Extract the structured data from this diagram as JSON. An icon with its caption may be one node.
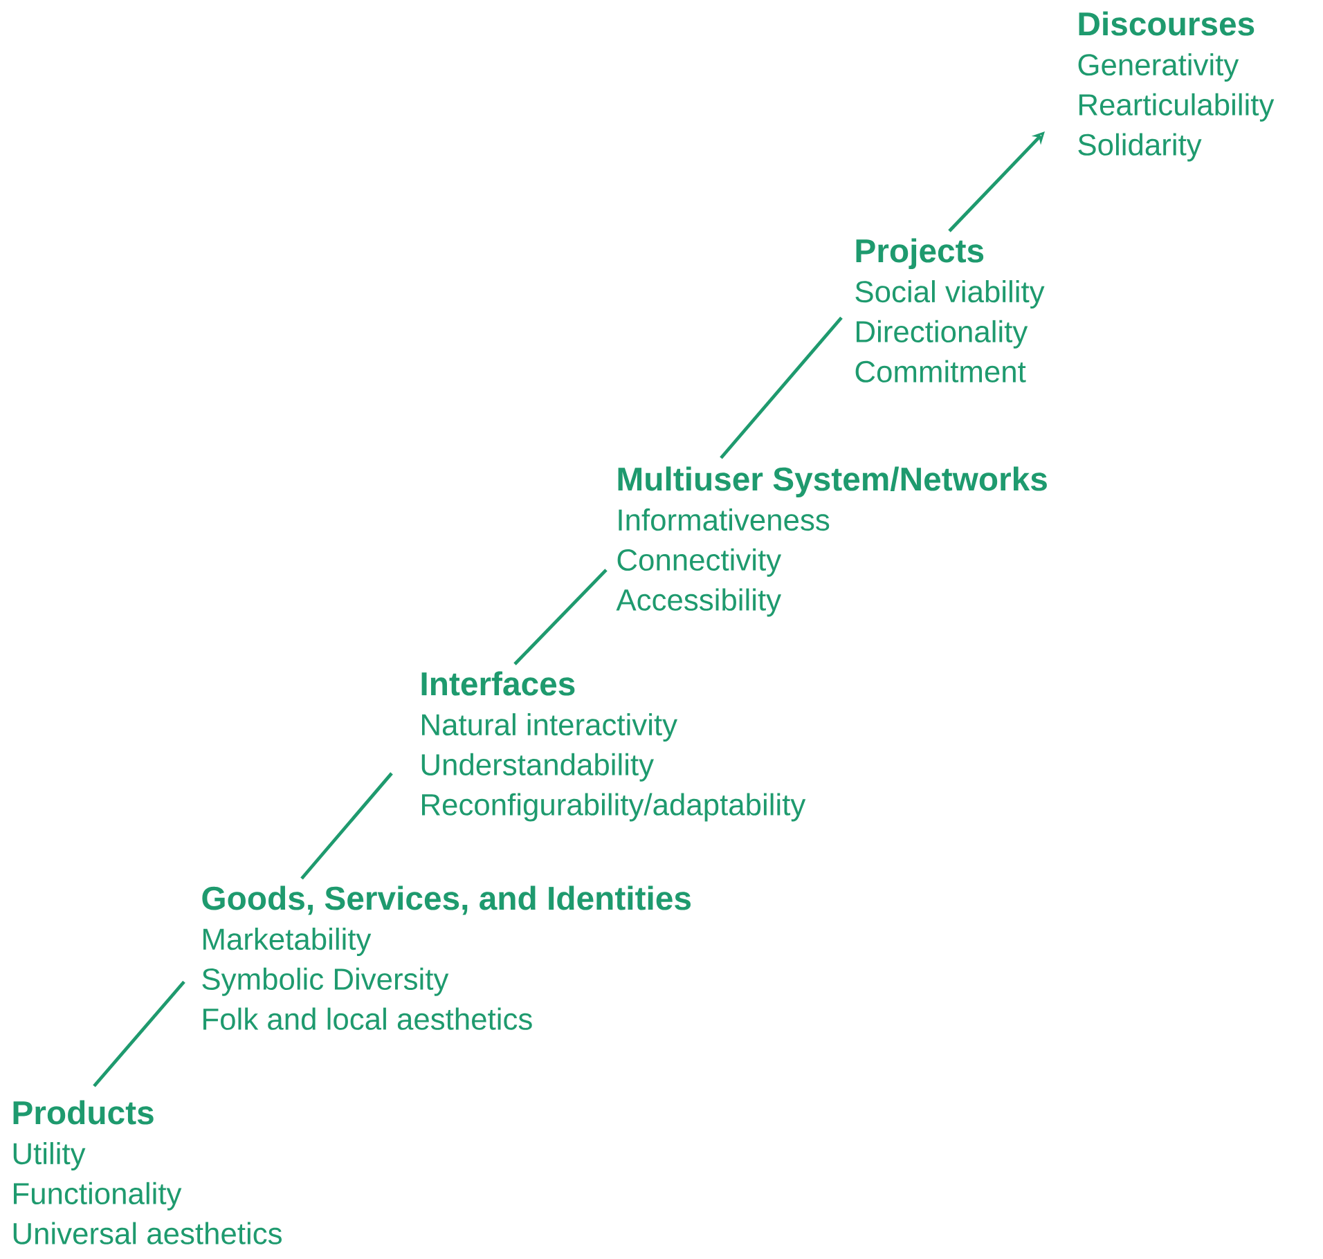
{
  "diagram": {
    "nodes": [
      {
        "text": [
          "Products",
          "Utility",
          "Functionality",
          "Universal aesthetics"
        ]
      },
      {
        "text": [
          "Goods, Services, and Identities",
          "Marketability",
          "Symbolic Diversity",
          "Folk and local aesthetics"
        ]
      },
      {
        "text": [
          "Interfaces",
          "Natural interactivity",
          "Understandability",
          "Reconfigurability/adaptability"
        ]
      },
      {
        "text": [
          "Multiuser System/Networks",
          "Informativeness",
          "Connectivity",
          "Accessibility"
        ]
      },
      {
        "text": [
          "Projects",
          "Social viability",
          "Directionality",
          "Commitment"
        ]
      },
      {
        "text": [
          "Discourses",
          "Generativity",
          "Rearticulability",
          "Solidarity"
        ]
      }
    ],
    "edges": [
      {
        "from": 0,
        "to": 1,
        "arrow": "none"
      },
      {
        "from": 1,
        "to": 2,
        "arrow": "none"
      },
      {
        "from": 2,
        "to": 3,
        "arrow": "none"
      },
      {
        "from": 3,
        "to": 4,
        "arrow": "none"
      },
      {
        "from": 4,
        "to": 5,
        "arrow": "to"
      }
    ]
  }
}
